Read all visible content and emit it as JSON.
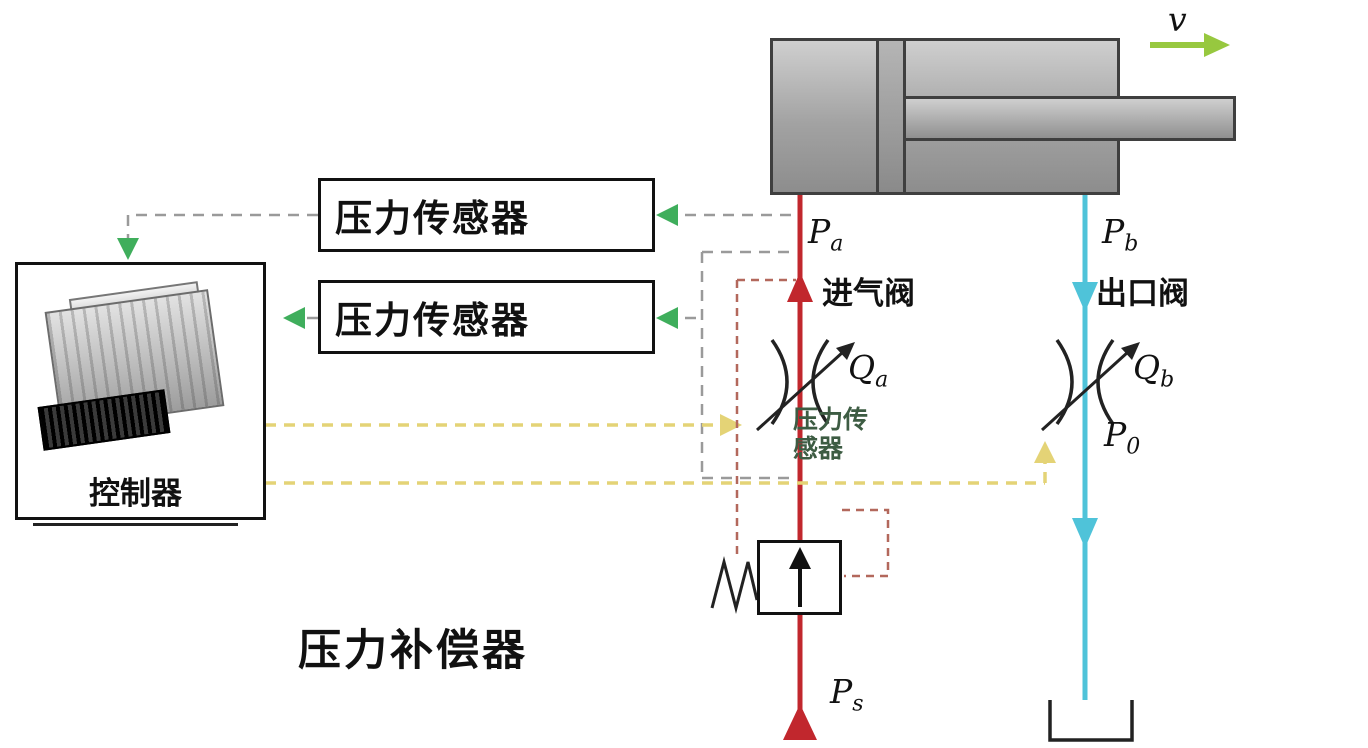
{
  "labels": {
    "velocity": "v",
    "pa": {
      "main": "P",
      "sub": "a"
    },
    "pb": {
      "main": "P",
      "sub": "b"
    },
    "qa": {
      "main": "Q",
      "sub": "a"
    },
    "qb": {
      "main": "Q",
      "sub": "b"
    },
    "p0": {
      "main": "P",
      "sub": "0"
    },
    "ps": {
      "main": "P",
      "sub": "s"
    },
    "intake_valve": "进气阀",
    "outlet_valve": "出口阀",
    "sensor_box_1": "压力传感器",
    "sensor_box_2": "压力传感器",
    "sensor_small_line1": "压力传",
    "sensor_small_line2": "感器",
    "controller": "控制器",
    "pressure_compensator": "压力补偿器"
  },
  "colors": {
    "supply": "#c1272d",
    "return": "#4fc3d9",
    "green": "#3fae5c",
    "yellow": "#e4d376",
    "gray": "#9a9a9a",
    "maroon": "#b3685c",
    "vgreen": "#97c83f"
  }
}
